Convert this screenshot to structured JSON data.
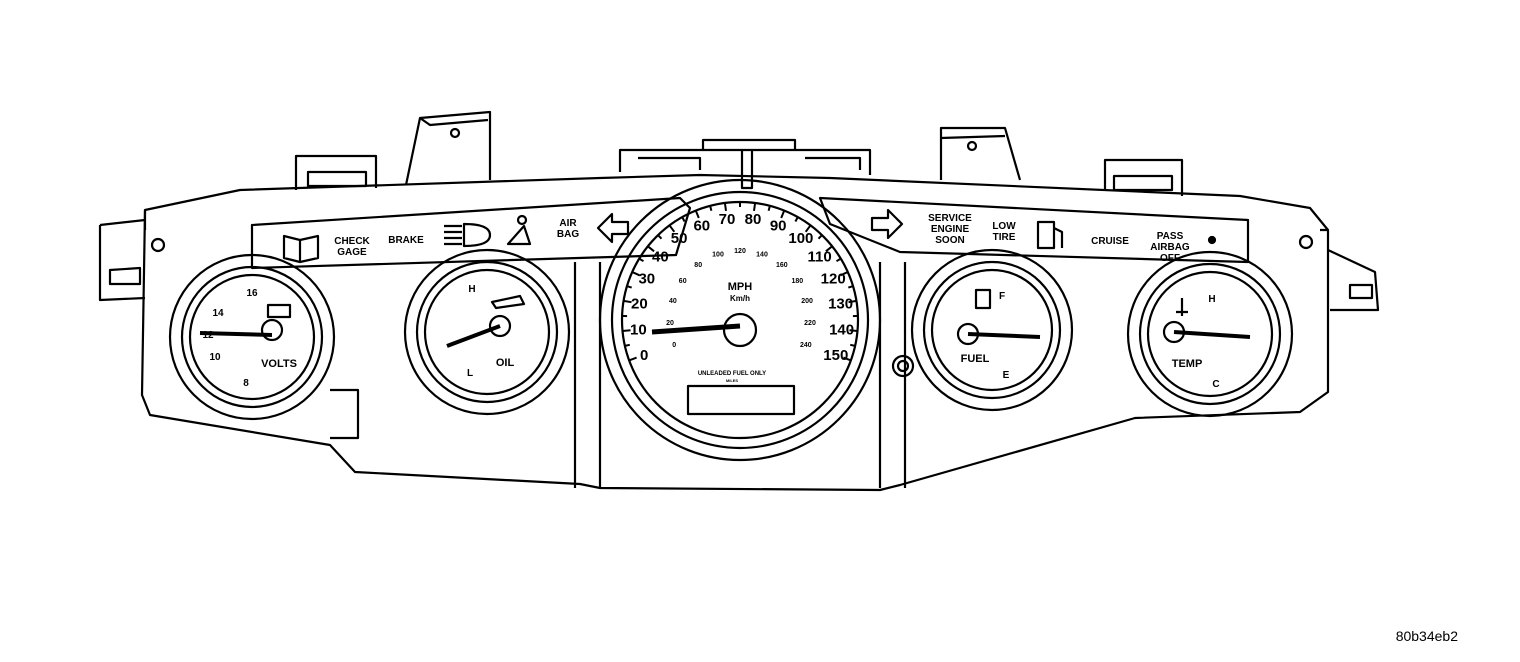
{
  "warning_strip_left": {
    "check_gage": [
      "CHECK",
      "GAGE"
    ],
    "brake": "BRAKE",
    "air_bag": [
      "AIR",
      "BAG"
    ]
  },
  "warning_strip_right": {
    "service_engine_soon": [
      "SERVICE",
      "ENGINE",
      "SOON"
    ],
    "low_tire": [
      "LOW",
      "TIRE"
    ],
    "cruise": "CRUISE",
    "pass_airbag_off": [
      "PASS",
      "AIRBAG",
      "OFF"
    ]
  },
  "volts_gauge": {
    "label": "VOLTS",
    "ticks": [
      "8",
      "10",
      "12",
      "14",
      "16"
    ]
  },
  "oil_gauge": {
    "label": "OIL",
    "high": "H",
    "low": "L"
  },
  "speedometer": {
    "unit_primary": "MPH",
    "unit_secondary": "Km/h",
    "mph_ticks": [
      "0",
      "10",
      "20",
      "30",
      "40",
      "50",
      "60",
      "70",
      "80",
      "90",
      "100",
      "110",
      "120",
      "130",
      "140",
      "150"
    ],
    "kmh_ticks": [
      "0",
      "20",
      "40",
      "60",
      "80",
      "100",
      "120",
      "140",
      "160",
      "180",
      "200",
      "220",
      "240"
    ],
    "fuel_note": "UNLEADED FUEL ONLY",
    "small_note": "MILES"
  },
  "fuel_gauge": {
    "label": "FUEL",
    "full": "F",
    "empty": "E"
  },
  "temp_gauge": {
    "label": "TEMP",
    "hot": "H",
    "cold": "C"
  },
  "figure_reference": "80b34eb2"
}
